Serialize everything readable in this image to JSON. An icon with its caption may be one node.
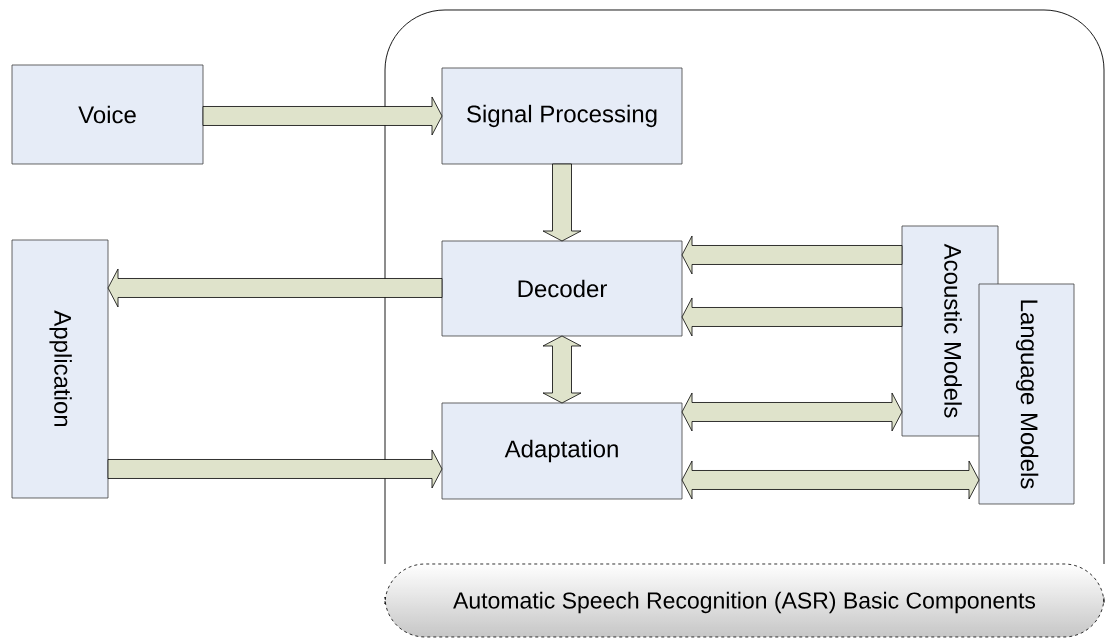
{
  "diagram": {
    "nodes": [
      {
        "text": [
          "Automatic Speech Recognition (ASR) Basic Components"
        ]
      },
      {
        "text": [
          "Voice"
        ]
      },
      {
        "text": [
          "Signal Processing"
        ],
        "in": 0
      },
      {
        "text": [
          "Application"
        ]
      },
      {
        "text": [
          "Decoder"
        ],
        "in": 0
      },
      {
        "text": [
          "Acoustic Models"
        ],
        "in": 0
      },
      {
        "text": [
          "Language Models"
        ],
        "in": 0
      },
      {
        "text": [
          "Adaptation"
        ],
        "in": 0
      }
    ],
    "edges": [
      {
        "from": 1,
        "to": 2,
        "arrow": "to"
      },
      {
        "from": 2,
        "to": 4,
        "arrow": "to"
      },
      {
        "from": 4,
        "to": 3,
        "arrow": "to"
      },
      {
        "from": 5,
        "to": 4,
        "arrow": "to"
      },
      {
        "from": 5,
        "to": 4,
        "arrow": "to"
      },
      {
        "from": 4,
        "to": 7,
        "arrow": "both"
      },
      {
        "from": 3,
        "to": 7,
        "arrow": "to"
      },
      {
        "from": 7,
        "to": 5,
        "arrow": "both"
      },
      {
        "from": 7,
        "to": 6,
        "arrow": "both"
      }
    ]
  }
}
